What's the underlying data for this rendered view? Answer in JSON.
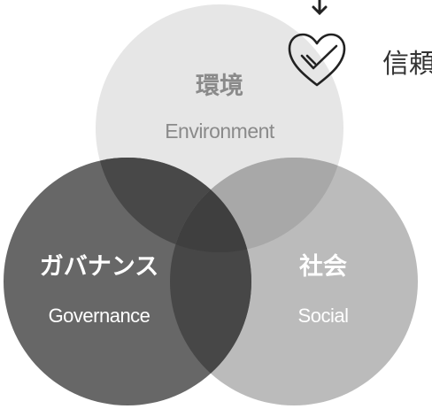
{
  "diagram": {
    "circles": {
      "environment": {
        "title": "環境",
        "subtitle": "Environment",
        "fill": "#e6e6e6",
        "text_color": "#8a8a8a"
      },
      "governance": {
        "title": "ガバナンス",
        "subtitle": "Governance",
        "fill": "#5a5a5a",
        "text_color": "#ffffff"
      },
      "social": {
        "title": "社会",
        "subtitle": "Social",
        "fill": "#b7b7b7",
        "text_color": "#ffffff"
      }
    },
    "callout": {
      "text": "信頼",
      "icon": "heart-check-icon",
      "arrow_icon": "arrow-down-icon",
      "icon_color": "#222222"
    }
  }
}
